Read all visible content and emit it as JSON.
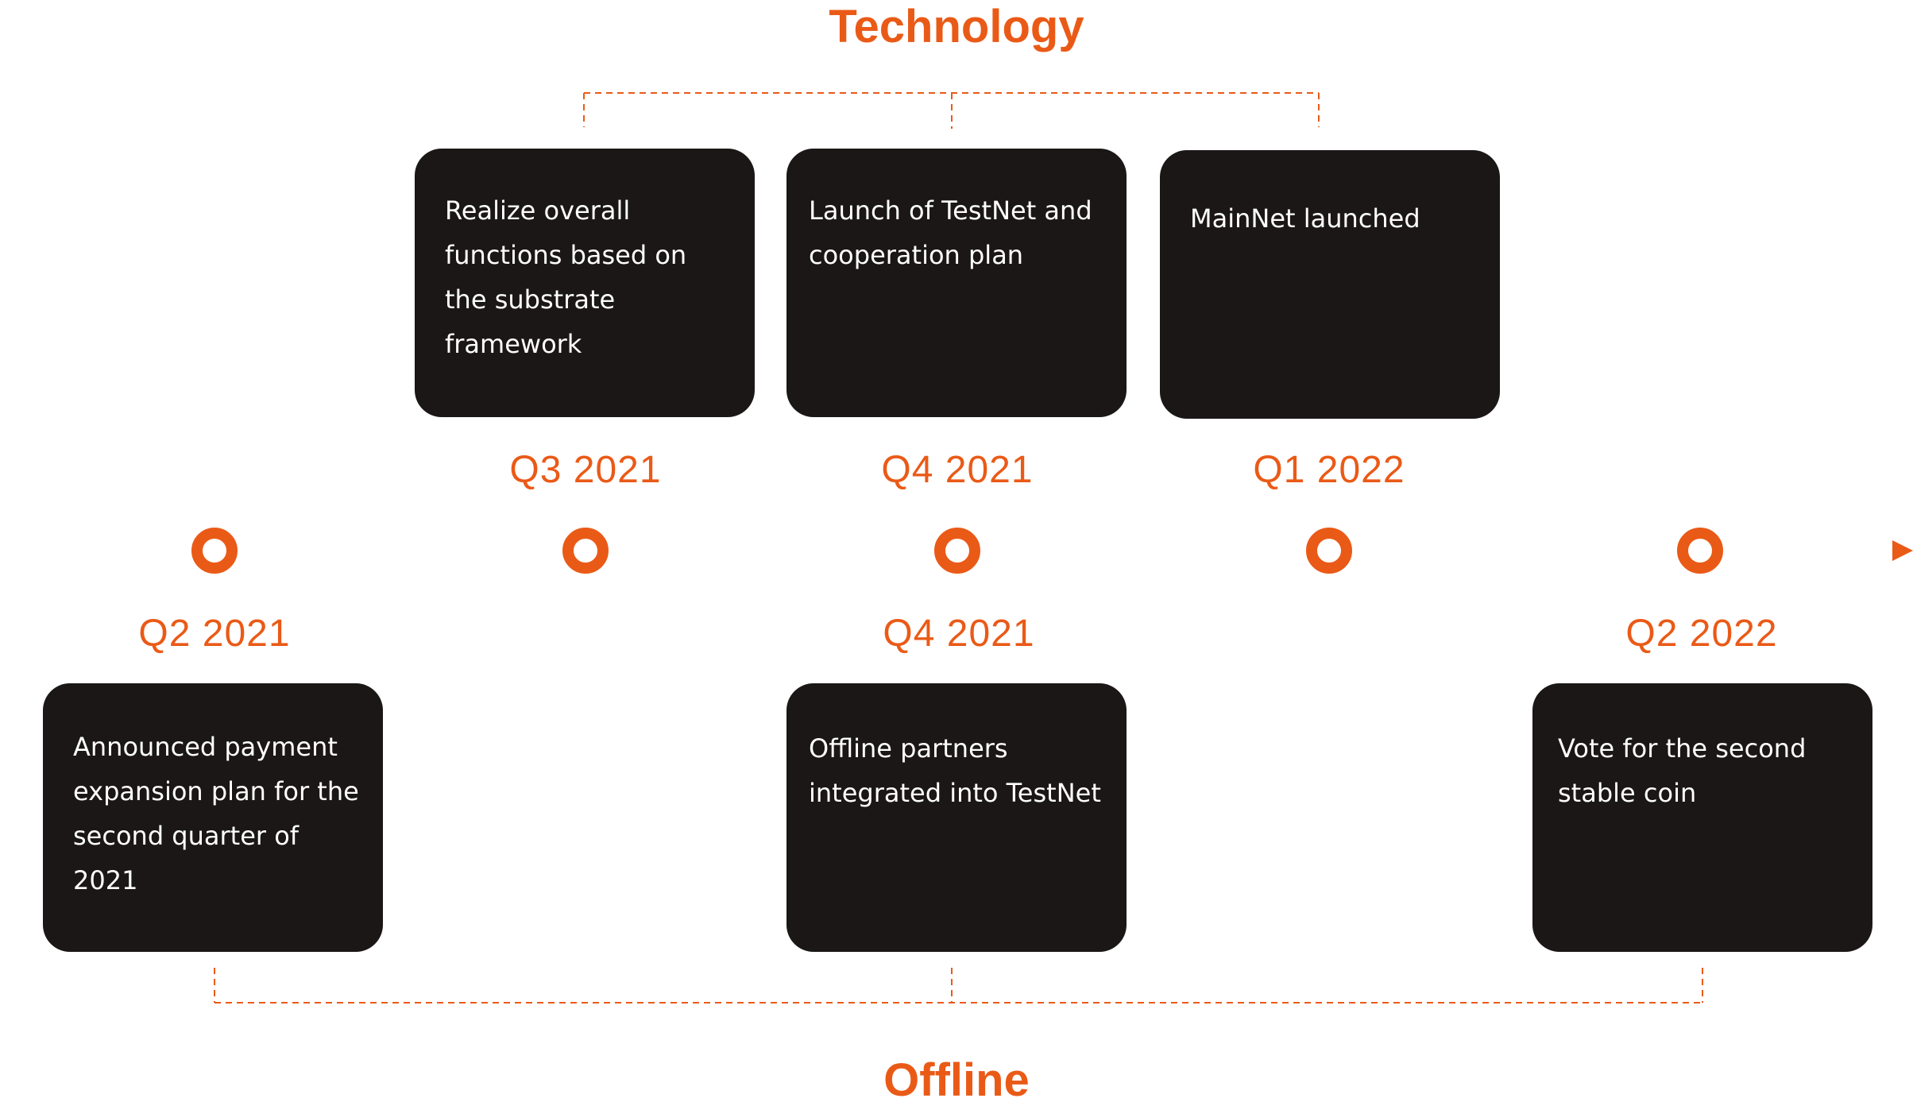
{
  "colors": {
    "accent": "#ea5a17",
    "card": "#1a1716",
    "card_text": "#ffffff",
    "axis_start": "#000000"
  },
  "groups": {
    "technology": "Technology",
    "offline": "Offline"
  },
  "milestones": {
    "top": [
      {
        "date": "Q3 2021",
        "text": "Realize overall functions based on the substrate framework"
      },
      {
        "date": "Q4 2021",
        "text": "Launch of TestNet and cooperation plan"
      },
      {
        "date": "Q1 2022",
        "text": "MainNet launched"
      }
    ],
    "bottom": [
      {
        "date": "Q2 2021",
        "text": "Announced payment expansion plan for the second quarter of 2021"
      },
      {
        "date": "Q4 2021",
        "text": "Offline partners integrated into TestNet"
      },
      {
        "date": "Q2 2022",
        "text": "Vote for the second stable coin"
      }
    ]
  }
}
